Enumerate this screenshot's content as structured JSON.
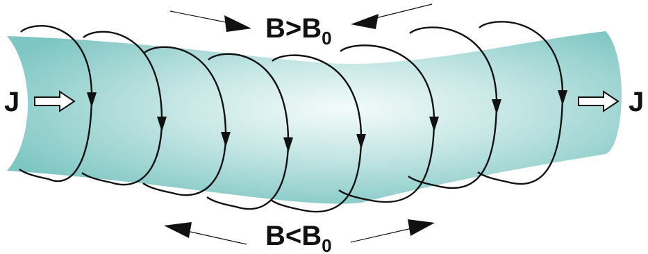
{
  "labels": {
    "current_left": "J",
    "current_right": "J",
    "top_field": {
      "main": "B>B",
      "subscript": "0"
    },
    "bottom_field": {
      "main": "B<B",
      "subscript": "0"
    }
  },
  "colors": {
    "tube_edge": "#7ec6c3",
    "tube_mid": "#c4e6e4",
    "tube_center": "#f4fbfb",
    "field_line": "#111111",
    "arrow_fill": "#111111",
    "current_arrow_fill": "#ffffff"
  },
  "icons": {
    "current_arrow": "hollow-right-arrow",
    "field_arrow": "solid-triangle-arrowhead",
    "loop_arrow": "downward-arrowhead"
  }
}
